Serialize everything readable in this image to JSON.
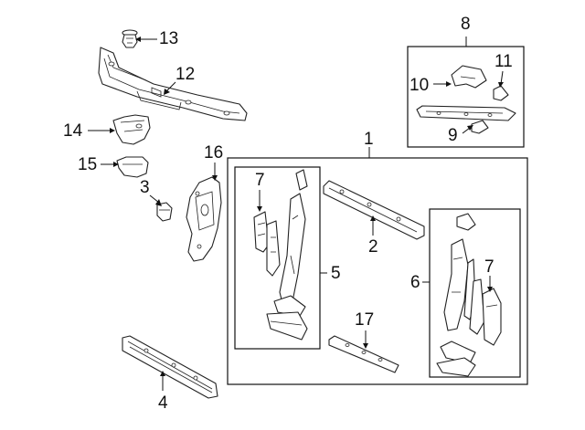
{
  "diagram": {
    "labels": {
      "l1": "1",
      "l2": "2",
      "l3": "3",
      "l4": "4",
      "l5": "5",
      "l6": "6",
      "l7a": "7",
      "l7b": "7",
      "l8": "8",
      "l9": "9",
      "l10": "10",
      "l11": "11",
      "l12": "12",
      "l13": "13",
      "l14": "14",
      "l15": "15",
      "l16": "16",
      "l17": "17"
    },
    "colors": {
      "line": "#222222",
      "background": "#ffffff"
    }
  }
}
